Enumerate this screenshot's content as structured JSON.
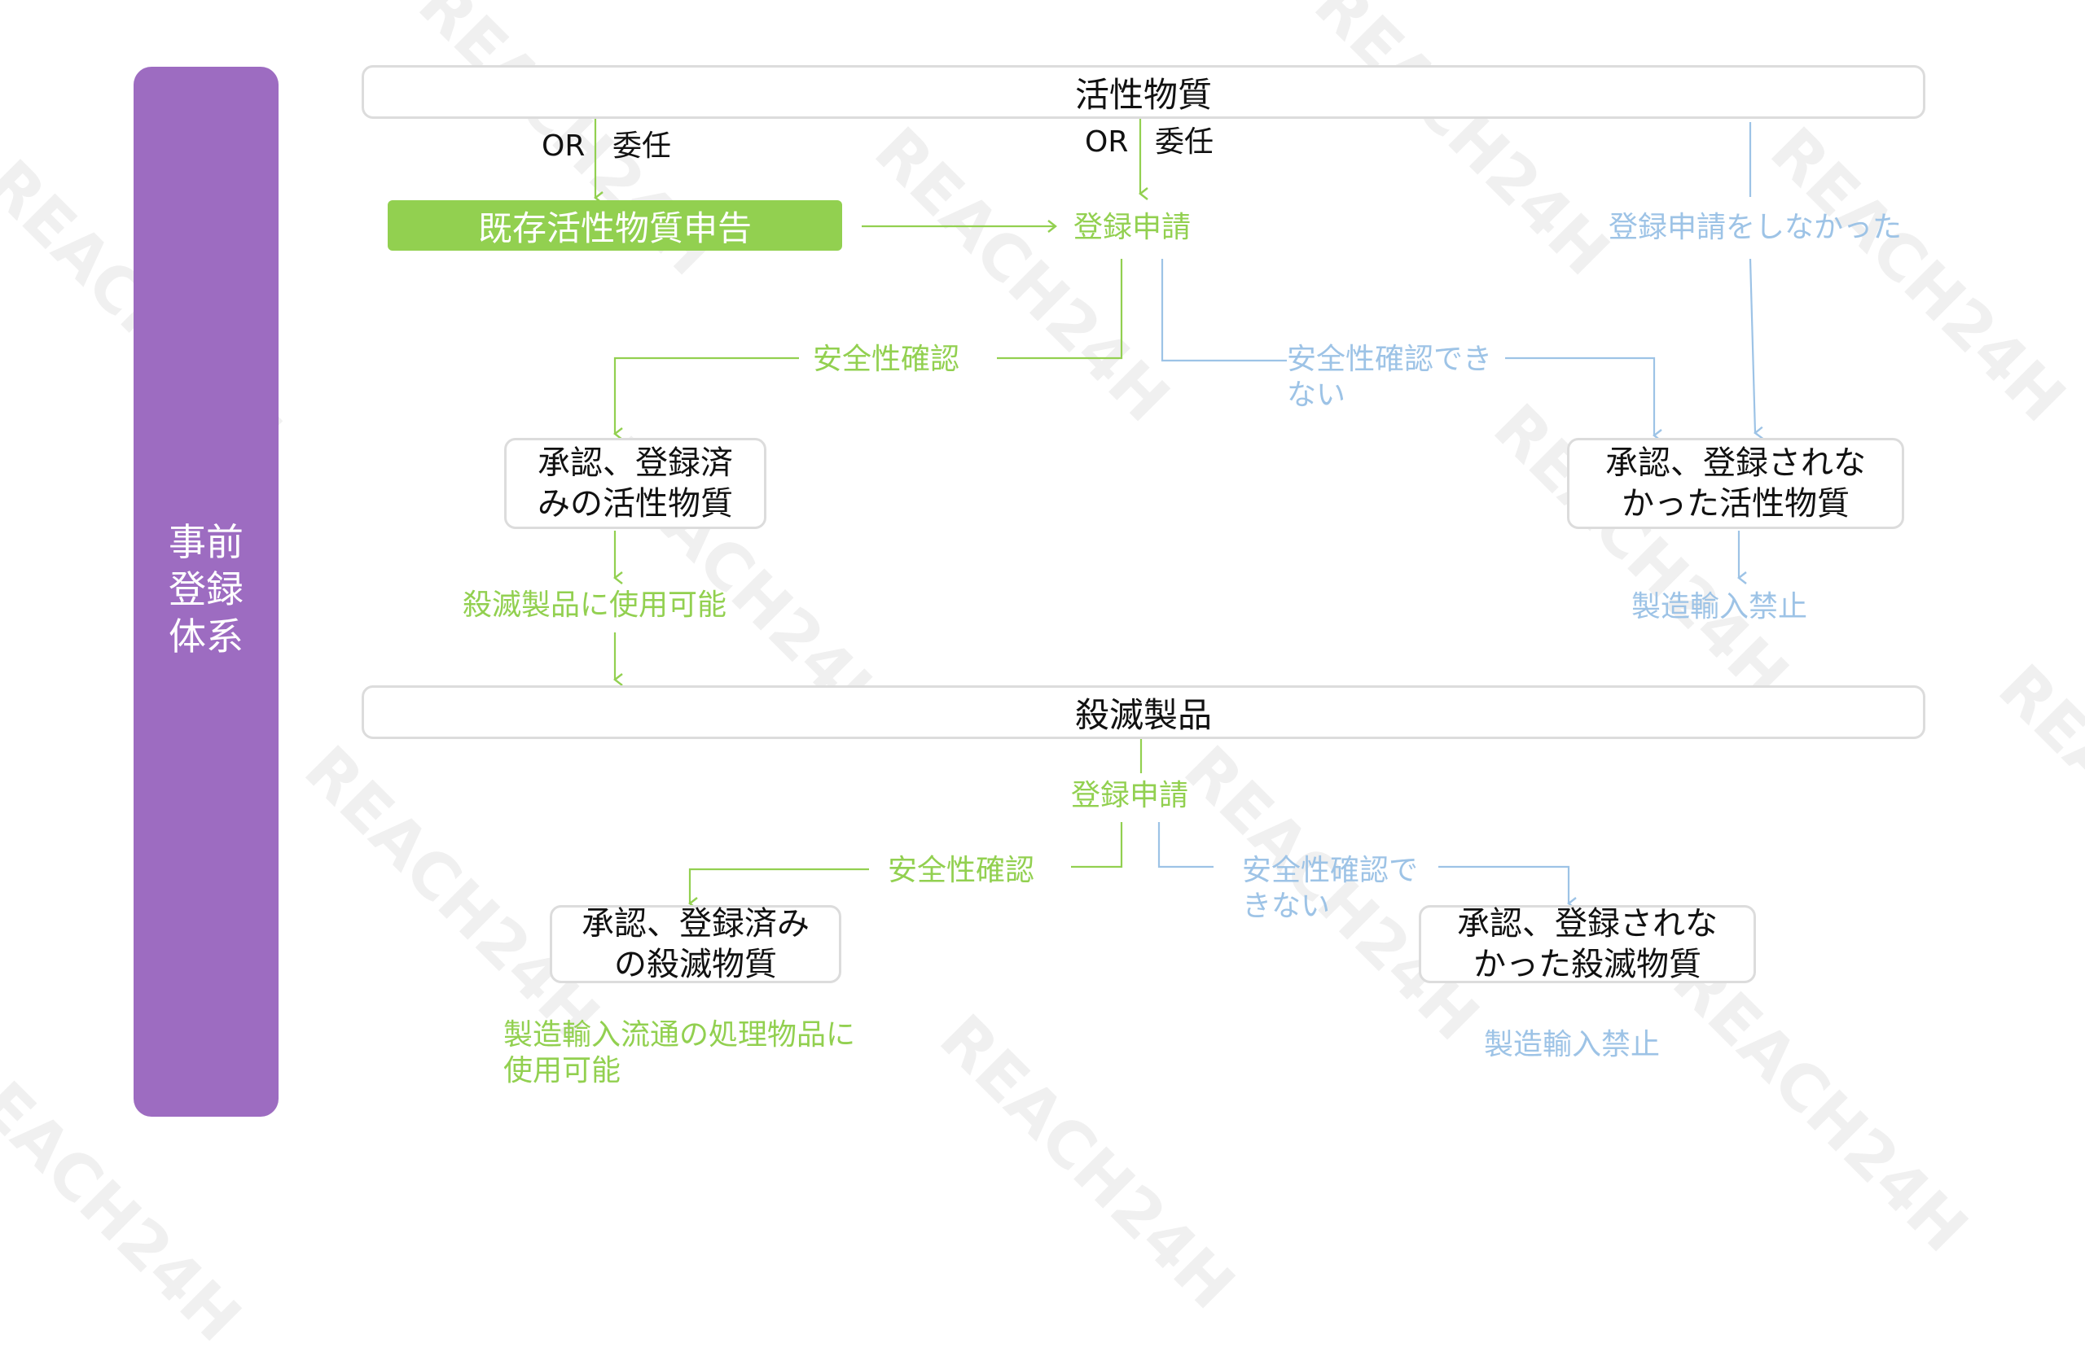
{
  "side_label": "事前\n登録\n体系",
  "top_bar": "活性物質",
  "bottom_bar": "殺滅製品",
  "or_mandate_left": {
    "or": "OR",
    "mandate": "委任"
  },
  "or_mandate_center": {
    "or": "OR",
    "mandate": "委任"
  },
  "existing_declaration": "既存活性物質申告",
  "active_substance_flow": {
    "apply": "登録申請",
    "not_applied": "登録申請をしなかった",
    "safety_confirmed": "安全性確認",
    "safety_unconfirmed": "安全性確認でき\nない",
    "approved_node": "承認、登録済\nみの活性物質",
    "rejected_node": "承認、登録されな\nかった活性物質",
    "approved_result": "殺滅製品に使用可能",
    "rejected_result": "製造輸入禁止"
  },
  "product_flow": {
    "apply": "登録申請",
    "safety_confirmed": "安全性確認",
    "safety_unconfirmed": "安全性確認で\nきない",
    "approved_node": "承認、登録済み\nの殺滅物質",
    "rejected_node": "承認、登録されな\nかった殺滅物質",
    "approved_result": "製造輸入流通の処理物品に\n使用可能",
    "rejected_result": "製造輸入禁止"
  },
  "watermark": "REACH24H",
  "colors": {
    "purple": "#9d6cc1",
    "green": "#92d050",
    "blue": "#9dc3e6",
    "box_border": "#dcdcdc"
  }
}
